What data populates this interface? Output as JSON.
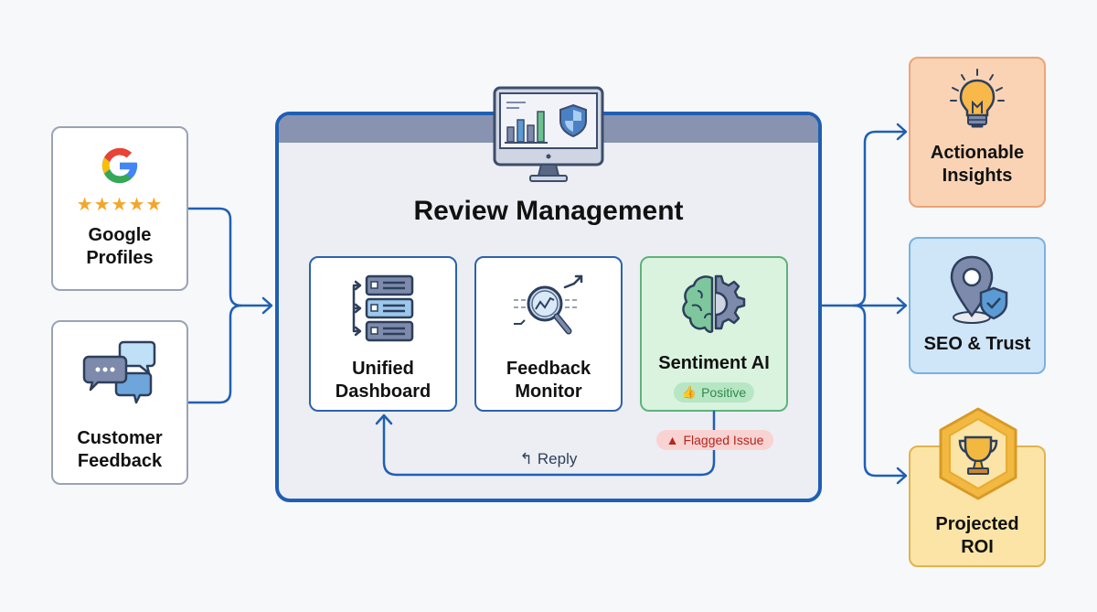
{
  "diagram": {
    "title": "Review Management",
    "inputs": [
      {
        "label_line1": "Google",
        "label_line2": "Profiles",
        "icon": "google-logo-with-five-stars",
        "rating_stars": 5
      },
      {
        "label_line1": "Customer",
        "label_line2": "Feedback",
        "icon": "chat-bubbles-icon"
      }
    ],
    "hub_icon": "monitor-chart-shield-icon",
    "modules": [
      {
        "label_line1": "Unified",
        "label_line2": "Dashboard",
        "icon": "server-stack-icon"
      },
      {
        "label_line1": "Feedback",
        "label_line2": "Monitor",
        "icon": "magnifier-trend-icon"
      },
      {
        "label_line1": "Sentiment AI",
        "icon": "brain-gear-icon",
        "badge": "Positive",
        "badge_icon": "thumbs-up-icon"
      }
    ],
    "flagged_badge": "Flagged Issue",
    "flagged_icon": "warning-icon",
    "reply_label": "Reply",
    "reply_icon": "reply-arrow-icon",
    "outputs": [
      {
        "label_line1": "Actionable",
        "label_line2": "Insights",
        "icon": "lightbulb-icon"
      },
      {
        "label_line1": "SEO & Trust",
        "icon": "map-pin-shield-icon"
      },
      {
        "label_line1": "Projected",
        "label_line2": "ROI",
        "icon": "trophy-icon"
      }
    ],
    "colors": {
      "connector": "#1f5fb3",
      "positive": "#2f8a4a",
      "flagged": "#b3261e",
      "accent_orange": "#f9d3b4",
      "accent_blue": "#cfe5f8",
      "accent_yellow": "#fbe4a6"
    }
  }
}
